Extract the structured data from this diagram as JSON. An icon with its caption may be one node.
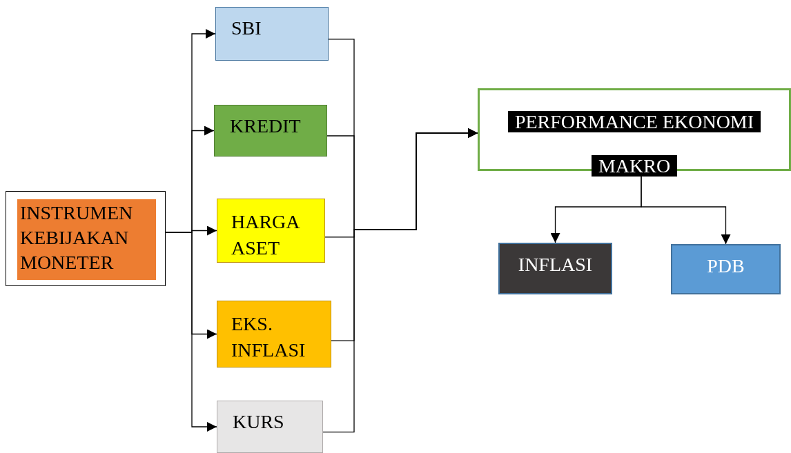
{
  "diagram": {
    "nodes": [
      {
        "text": [
          "INSTRUMEN KEBIJAKAN MONETER"
        ]
      },
      {
        "text": [
          "SBI"
        ]
      },
      {
        "text": [
          "KREDIT"
        ]
      },
      {
        "text": [
          "HARGA ASET"
        ]
      },
      {
        "text": [
          "EKS. INFLASI"
        ]
      },
      {
        "text": [
          "KURS"
        ]
      },
      {
        "text": [
          "PERFORMANCE EKONOMI MAKRO"
        ]
      },
      {
        "text": [
          "INFLASI"
        ]
      },
      {
        "text": [
          "PDB"
        ]
      }
    ],
    "edges": [
      {
        "from": 0,
        "to": 1,
        "arrow": "to"
      },
      {
        "from": 0,
        "to": 2,
        "arrow": "to"
      },
      {
        "from": 0,
        "to": 3,
        "arrow": "to"
      },
      {
        "from": 0,
        "to": 4,
        "arrow": "to"
      },
      {
        "from": 0,
        "to": 5,
        "arrow": "to"
      },
      {
        "from": 1,
        "to": 6,
        "arrow": "to"
      },
      {
        "from": 2,
        "to": 6,
        "arrow": "to"
      },
      {
        "from": 3,
        "to": 6,
        "arrow": "to"
      },
      {
        "from": 4,
        "to": 6,
        "arrow": "to"
      },
      {
        "from": 5,
        "to": 6,
        "arrow": "to"
      },
      {
        "from": 6,
        "to": 7,
        "arrow": "to"
      },
      {
        "from": 6,
        "to": 8,
        "arrow": "to"
      }
    ]
  }
}
